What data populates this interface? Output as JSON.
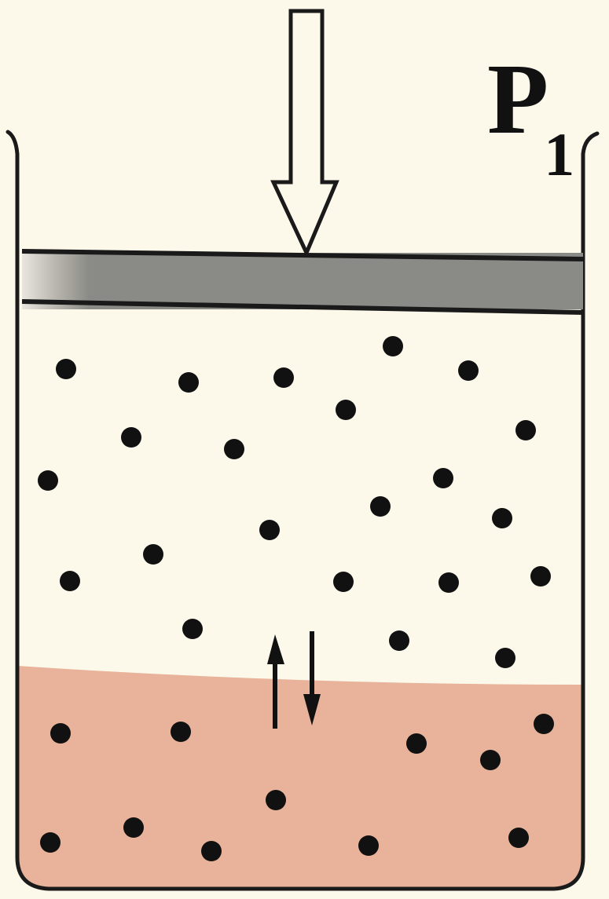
{
  "diagram": {
    "pressure_label": {
      "symbol": "P",
      "subscript": "1"
    },
    "colors": {
      "background": "#fdf9ea",
      "outline": "#1a1a1a",
      "piston": "#8a8a86",
      "piston_highlight": "#e8e6de",
      "liquid": "#e8b39a",
      "molecule": "#111111"
    },
    "elements": {
      "container": "open-top-container",
      "piston": "piston-plate",
      "applied_force": "down-arrow-icon",
      "gas_region": "vapor-space",
      "liquid_region": "liquid-phase",
      "exchange_arrows": [
        "up-arrow-icon",
        "down-arrow-icon"
      ]
    }
  }
}
